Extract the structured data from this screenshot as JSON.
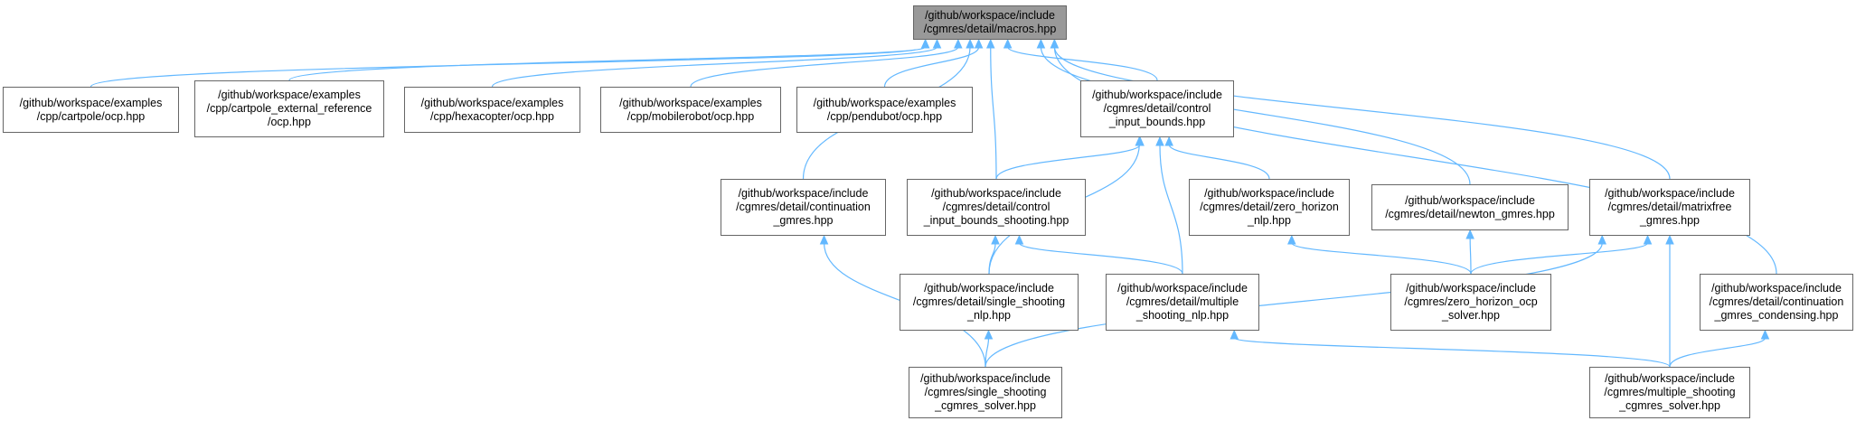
{
  "graph": {
    "type": "include-dependency-graph",
    "edge_color": "#63b8ff",
    "root_fill": "#999999",
    "node_fill": "#ffffff",
    "node_border": "#666666",
    "nodes": [
      {
        "id": "macros",
        "label": "/github/workspace/include\n/cgmres/detail/macros.hpp",
        "root": true
      },
      {
        "id": "cartpole",
        "label": "/github/workspace/examples\n/cpp/cartpole/ocp.hpp"
      },
      {
        "id": "cartpole_ext",
        "label": "/github/workspace/examples\n/cpp/cartpole_external_reference\n/ocp.hpp"
      },
      {
        "id": "hexacopter",
        "label": "/github/workspace/examples\n/cpp/hexacopter/ocp.hpp"
      },
      {
        "id": "mobilerobot",
        "label": "/github/workspace/examples\n/cpp/mobilerobot/ocp.hpp"
      },
      {
        "id": "pendubot",
        "label": "/github/workspace/examples\n/cpp/pendubot/ocp.hpp"
      },
      {
        "id": "control_bounds",
        "label": "/github/workspace/include\n/cgmres/detail/control\n_input_bounds.hpp"
      },
      {
        "id": "cont_gmres",
        "label": "/github/workspace/include\n/cgmres/detail/continuation\n_gmres.hpp"
      },
      {
        "id": "control_bounds_shooting",
        "label": "/github/workspace/include\n/cgmres/detail/control\n_input_bounds_shooting.hpp"
      },
      {
        "id": "zero_horizon_nlp",
        "label": "/github/workspace/include\n/cgmres/detail/zero_horizon\n_nlp.hpp"
      },
      {
        "id": "newton_gmres",
        "label": "/github/workspace/include\n/cgmres/detail/newton_gmres.hpp"
      },
      {
        "id": "matrixfree",
        "label": "/github/workspace/include\n/cgmres/detail/matrixfree\n_gmres.hpp"
      },
      {
        "id": "single_nlp",
        "label": "/github/workspace/include\n/cgmres/detail/single_shooting\n_nlp.hpp"
      },
      {
        "id": "multiple_nlp",
        "label": "/github/workspace/include\n/cgmres/detail/multiple\n_shooting_nlp.hpp"
      },
      {
        "id": "zero_solver",
        "label": "/github/workspace/include\n/cgmres/zero_horizon_ocp\n_solver.hpp"
      },
      {
        "id": "cont_condensing",
        "label": "/github/workspace/include\n/cgmres/detail/continuation\n_gmres_condensing.hpp"
      },
      {
        "id": "single_solver",
        "label": "/github/workspace/include\n/cgmres/single_shooting\n_cgmres_solver.hpp"
      },
      {
        "id": "multiple_solver",
        "label": "/github/workspace/include\n/cgmres/multiple_shooting\n_cgmres_solver.hpp"
      }
    ],
    "edges": [
      {
        "from": "cartpole",
        "to": "macros"
      },
      {
        "from": "cartpole_ext",
        "to": "macros"
      },
      {
        "from": "hexacopter",
        "to": "macros"
      },
      {
        "from": "mobilerobot",
        "to": "macros"
      },
      {
        "from": "pendubot",
        "to": "macros"
      },
      {
        "from": "cont_gmres",
        "to": "macros"
      },
      {
        "from": "control_bounds_shooting",
        "to": "macros"
      },
      {
        "from": "control_bounds",
        "to": "macros"
      },
      {
        "from": "newton_gmres",
        "to": "macros"
      },
      {
        "from": "matrixfree",
        "to": "macros"
      },
      {
        "from": "cont_condensing",
        "to": "macros"
      },
      {
        "from": "control_bounds_shooting",
        "to": "control_bounds"
      },
      {
        "from": "single_nlp",
        "to": "control_bounds"
      },
      {
        "from": "multiple_nlp",
        "to": "control_bounds"
      },
      {
        "from": "zero_horizon_nlp",
        "to": "control_bounds"
      },
      {
        "from": "single_nlp",
        "to": "control_bounds_shooting"
      },
      {
        "from": "multiple_nlp",
        "to": "control_bounds_shooting"
      },
      {
        "from": "zero_solver",
        "to": "zero_horizon_nlp"
      },
      {
        "from": "zero_solver",
        "to": "newton_gmres"
      },
      {
        "from": "zero_solver",
        "to": "matrixfree"
      },
      {
        "from": "single_solver",
        "to": "matrixfree"
      },
      {
        "from": "multiple_solver",
        "to": "matrixfree"
      },
      {
        "from": "single_solver",
        "to": "cont_gmres"
      },
      {
        "from": "single_solver",
        "to": "single_nlp"
      },
      {
        "from": "multiple_solver",
        "to": "multiple_nlp"
      },
      {
        "from": "multiple_solver",
        "to": "cont_condensing"
      }
    ]
  }
}
